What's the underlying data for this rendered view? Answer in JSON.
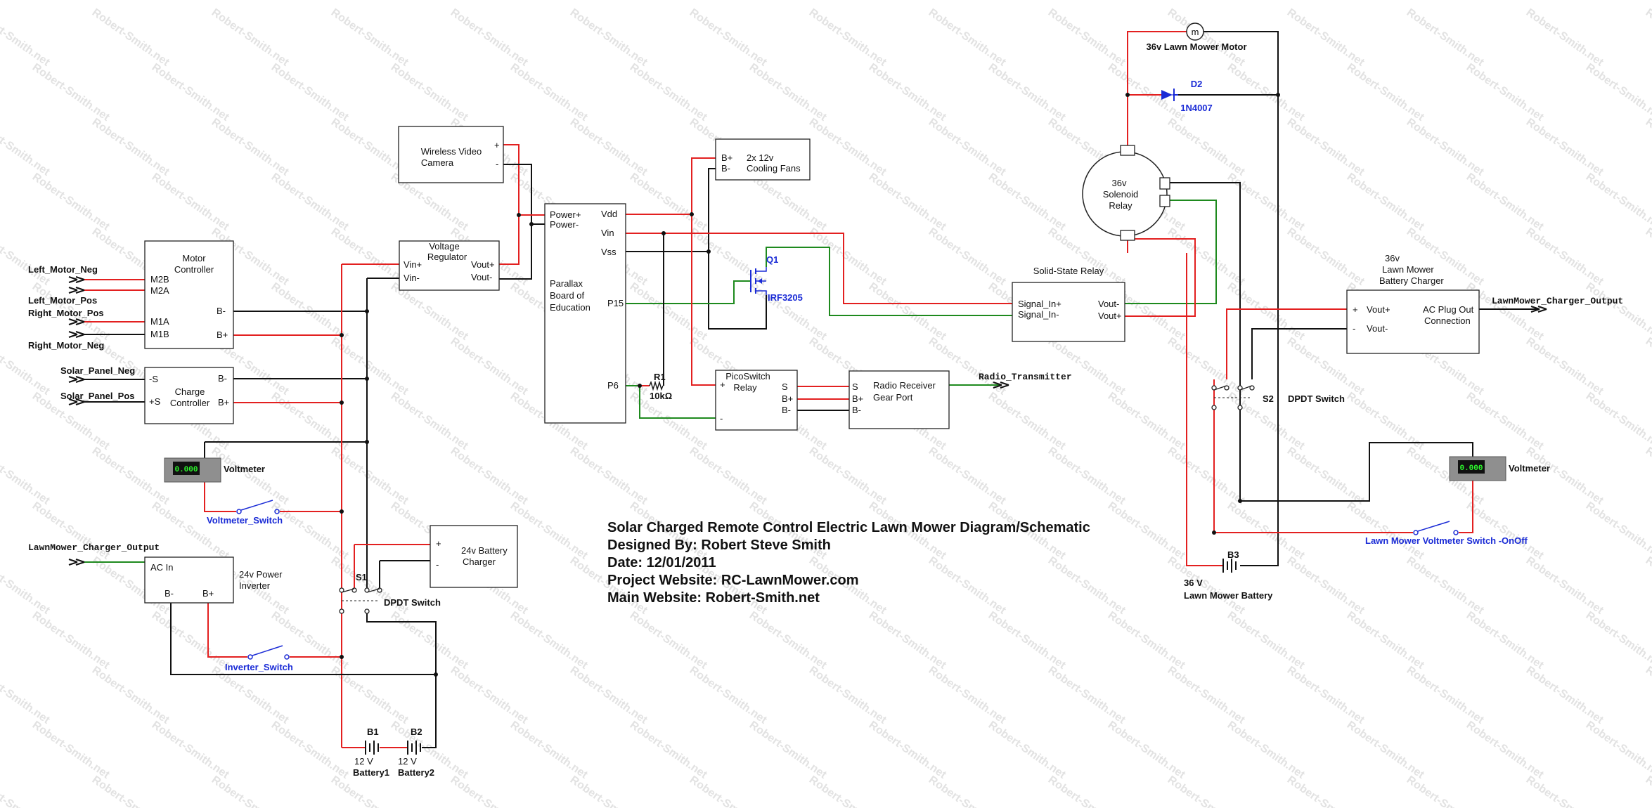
{
  "watermark": "Robert-Smith.net",
  "title_block": {
    "line1": "Solar Charged Remote Control Electric Lawn Mower Diagram/Schematic",
    "line2": "Designed By: Robert Steve Smith",
    "line3": "Date: 12/01/2011",
    "line4": "Project Website: RC-LawnMower.com",
    "line5": "Main Website: Robert-Smith.net"
  },
  "connectors": {
    "left_motor_neg": "Left_Motor_Neg",
    "left_motor_pos": "Left_Motor_Pos",
    "right_motor_pos": "Right_Motor_Pos",
    "right_motor_neg": "Right_Motor_Neg",
    "solar_panel_neg": "Solar_Panel_Neg",
    "solar_panel_pos": "Solar_Panel_Pos",
    "lawnmower_charger_output_left": "LawnMower_Charger_Output",
    "lawnmower_charger_output_right": "LawnMower_Charger_Output",
    "radio_transmitter": "Radio_Transmitter"
  },
  "motor_controller": {
    "name_line1": "Motor",
    "name_line2": "Controller",
    "pin_m2b": "M2B",
    "pin_m2a": "M2A",
    "pin_m1a": "M1A",
    "pin_m1b": "M1B",
    "pin_bminus": "B-",
    "pin_bplus": "B+"
  },
  "charge_controller": {
    "name_line1": "Charge",
    "name_line2": "Controller",
    "pin_sminus": "-S",
    "pin_splus": "+S",
    "pin_bminus": "B-",
    "pin_bplus": "B+"
  },
  "voltmeter_left": {
    "reading": "0.000",
    "label": "Voltmeter"
  },
  "voltmeter_switch": {
    "label": "Voltmeter_Switch"
  },
  "power_inverter": {
    "name_line1": "24v Power",
    "name_line2": "Inverter",
    "pin_acin": "AC In",
    "pin_bminus": "B-",
    "pin_bplus": "B+"
  },
  "inverter_switch": {
    "label": "Inverter_Switch"
  },
  "wireless_camera": {
    "name_line1": "Wireless Video",
    "name_line2": "Camera",
    "pin_plus": "+",
    "pin_minus": "-"
  },
  "voltage_regulator": {
    "name_line1": "Voltage",
    "name_line2": "Regulator",
    "pin_vinplus": "Vin+",
    "pin_vinminus": "Vin-",
    "pin_voutplus": "Vout+",
    "pin_voutminus": "Vout-"
  },
  "battery_charger_24v": {
    "name_line1": "24v Battery",
    "name_line2": "Charger",
    "pin_plus": "+",
    "pin_minus": "-"
  },
  "switch_s1": {
    "ref": "S1",
    "label": "DPDT Switch"
  },
  "battery_b1": {
    "ref": "B1",
    "voltage": "12 V",
    "name": "Battery1"
  },
  "battery_b2": {
    "ref": "B2",
    "voltage": "12 V",
    "name": "Battery2"
  },
  "parallax_board": {
    "name_line1": "Parallax",
    "name_line2": "Board of",
    "name_line3": "Education",
    "pin_powerplus": "Power+",
    "pin_powerminus": "Power-",
    "pin_vdd": "Vdd",
    "pin_vin": "Vin",
    "pin_vss": "Vss",
    "pin_p15": "P15",
    "pin_p6": "P6"
  },
  "cooling_fans": {
    "name_line1": "2x 12v",
    "name_line2": "Cooling Fans",
    "pin_bplus": "B+",
    "pin_bminus": "B-"
  },
  "mosfet_q1": {
    "ref": "Q1",
    "part": "IRF3205"
  },
  "resistor_r1": {
    "ref": "R1",
    "value": "10kΩ"
  },
  "picoswitch_relay": {
    "name_line1": "PicoSwitch",
    "name_line2": "Relay",
    "pin_plus": "+",
    "pin_minus": "-",
    "pin_s": "S",
    "pin_bplus": "B+",
    "pin_bminus": "B-"
  },
  "radio_receiver": {
    "name_line1": "Radio Receiver",
    "name_line2": "Gear Port",
    "pin_s": "S",
    "pin_bplus": "B+",
    "pin_bminus": "B-"
  },
  "solid_state_relay": {
    "name": "Solid-State Relay",
    "pin_signal_in_plus": "Signal_In+",
    "pin_signal_in_minus": "Signal_In-",
    "pin_vout_minus": "Vout-",
    "pin_vout_plus": "Vout+"
  },
  "lawn_mower_motor": {
    "symbol": "m",
    "label": "36v Lawn Mower Motor"
  },
  "diode_d2": {
    "ref": "D2",
    "part": "1N4007"
  },
  "solenoid_relay": {
    "name_line1": "36v",
    "name_line2": "Solenoid",
    "name_line3": "Relay"
  },
  "mower_battery_charger": {
    "name_line1": "36v",
    "name_line2": "Lawn Mower",
    "name_line3": "Battery Charger",
    "pin_voutplus": "Vout+",
    "pin_voutminus": "Vout-",
    "out_line1": "AC Plug Out",
    "out_line2": "Connection",
    "plus": "+",
    "minus": "-"
  },
  "switch_s2": {
    "ref": "S2",
    "label": "DPDT Switch"
  },
  "battery_b3": {
    "ref": "B3",
    "voltage": "36 V",
    "name": "Lawn Mower Battery"
  },
  "voltmeter_right": {
    "reading": "0.000",
    "label": "Voltmeter"
  },
  "lawn_mower_voltmeter_switch": {
    "label": "Lawn Mower Voltmeter Switch -OnOff"
  }
}
